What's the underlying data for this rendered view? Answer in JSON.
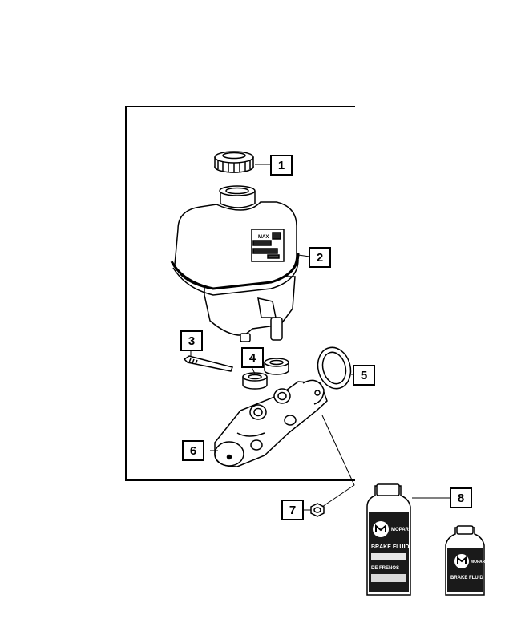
{
  "diagram": {
    "callouts": [
      {
        "number": "1"
      },
      {
        "number": "2"
      },
      {
        "number": "3"
      },
      {
        "number": "4"
      },
      {
        "number": "5"
      },
      {
        "number": "6"
      },
      {
        "number": "7"
      },
      {
        "number": "8"
      }
    ],
    "products": {
      "large_bottle": {
        "brand": "MOPAR",
        "label_line1": "BRAKE FLUID",
        "label_line2": "DE FRENOS"
      },
      "small_bottle": {
        "brand": "MOPAR",
        "label_line1": "BRAKE FLUID"
      }
    },
    "reservoir_marking": "MAX"
  }
}
